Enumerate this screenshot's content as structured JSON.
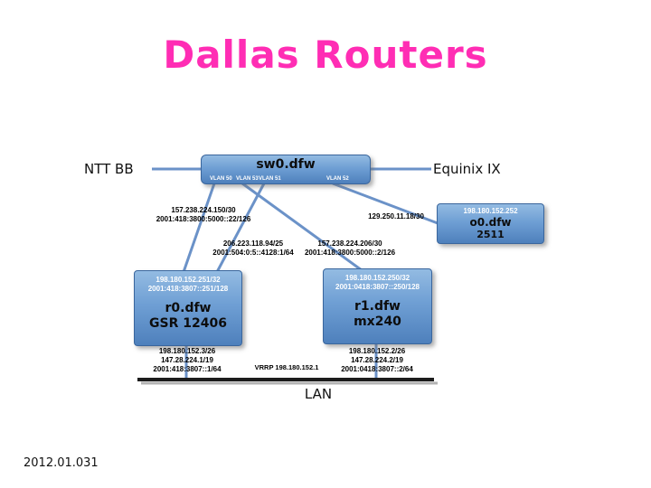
{
  "slide": {
    "title": "Dallas Routers",
    "footer": "2012.01.031",
    "title_color": "#ff2db4",
    "wire_color": "#6b92c8"
  },
  "labels": {
    "ntt": "NTT BB",
    "equinix": "Equinix IX",
    "lan": "LAN",
    "vrrp": "VRRP 198.180.152.1"
  },
  "switch": {
    "name": "sw0.dfw",
    "vlans": [
      "VLAN 50",
      "VLAN 53",
      "VLAN 51",
      "VLAN 52"
    ]
  },
  "console_server": {
    "ip": "198.180.152.252",
    "name": "o0.dfw",
    "model": "2511"
  },
  "router0": {
    "ip4": "198.180.152.251/32",
    "ip6": "2001:418:3807::251/128",
    "name": "r0.dfw",
    "model": "GSR 12406",
    "lan_ips": [
      "198.180.152.3/26",
      "147.28.224.1/19",
      "2001:418:3807::1/64"
    ]
  },
  "router1": {
    "ip4": "198.180.152.250/32",
    "ip6": "2001:0418:3807::250/128",
    "name": "r1.dfw",
    "model": "mx240",
    "lan_ips": [
      "198.180.152.2/26",
      "147.28.224.2/19",
      "2001:0418:3807::2/64"
    ]
  },
  "link_labels": {
    "ntt_r0_v4": "157.238.224.150/30",
    "ntt_r0_v6": "2001:418:3800:5000::22/126",
    "exchange_v4": "206.223.118.94/25",
    "exchange_v6": "2001:504:0:5::4128:1/64",
    "ntt_r1_v4": "157.238.224.206/30",
    "ntt_r1_v6": "2001:418:3800:5000::2/126",
    "console_link": "129.250.11.18/30"
  }
}
